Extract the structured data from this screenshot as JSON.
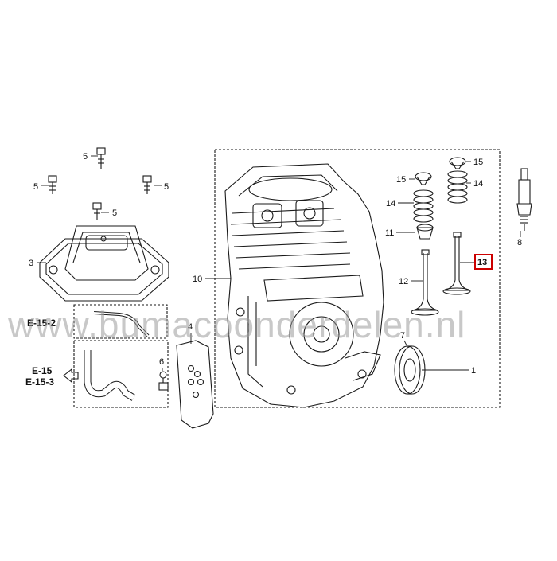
{
  "callouts": {
    "c1": "1",
    "c3": "3",
    "c4": "4",
    "c5a": "5",
    "c5b": "5",
    "c5c": "5",
    "c5d": "5",
    "c6": "6",
    "c7": "7",
    "c8": "8",
    "c10": "10",
    "c11": "11",
    "c12": "12",
    "c13": "13",
    "c14a": "14",
    "c14b": "14",
    "c15a": "15",
    "c15b": "15"
  },
  "references": {
    "top": "E-15-2",
    "bottom_1": "E-15",
    "bottom_2": "E-15-3"
  },
  "watermark": "www.bumacoonderdelen.nl",
  "highlight": {
    "part": "13",
    "color": "#cc0000"
  }
}
